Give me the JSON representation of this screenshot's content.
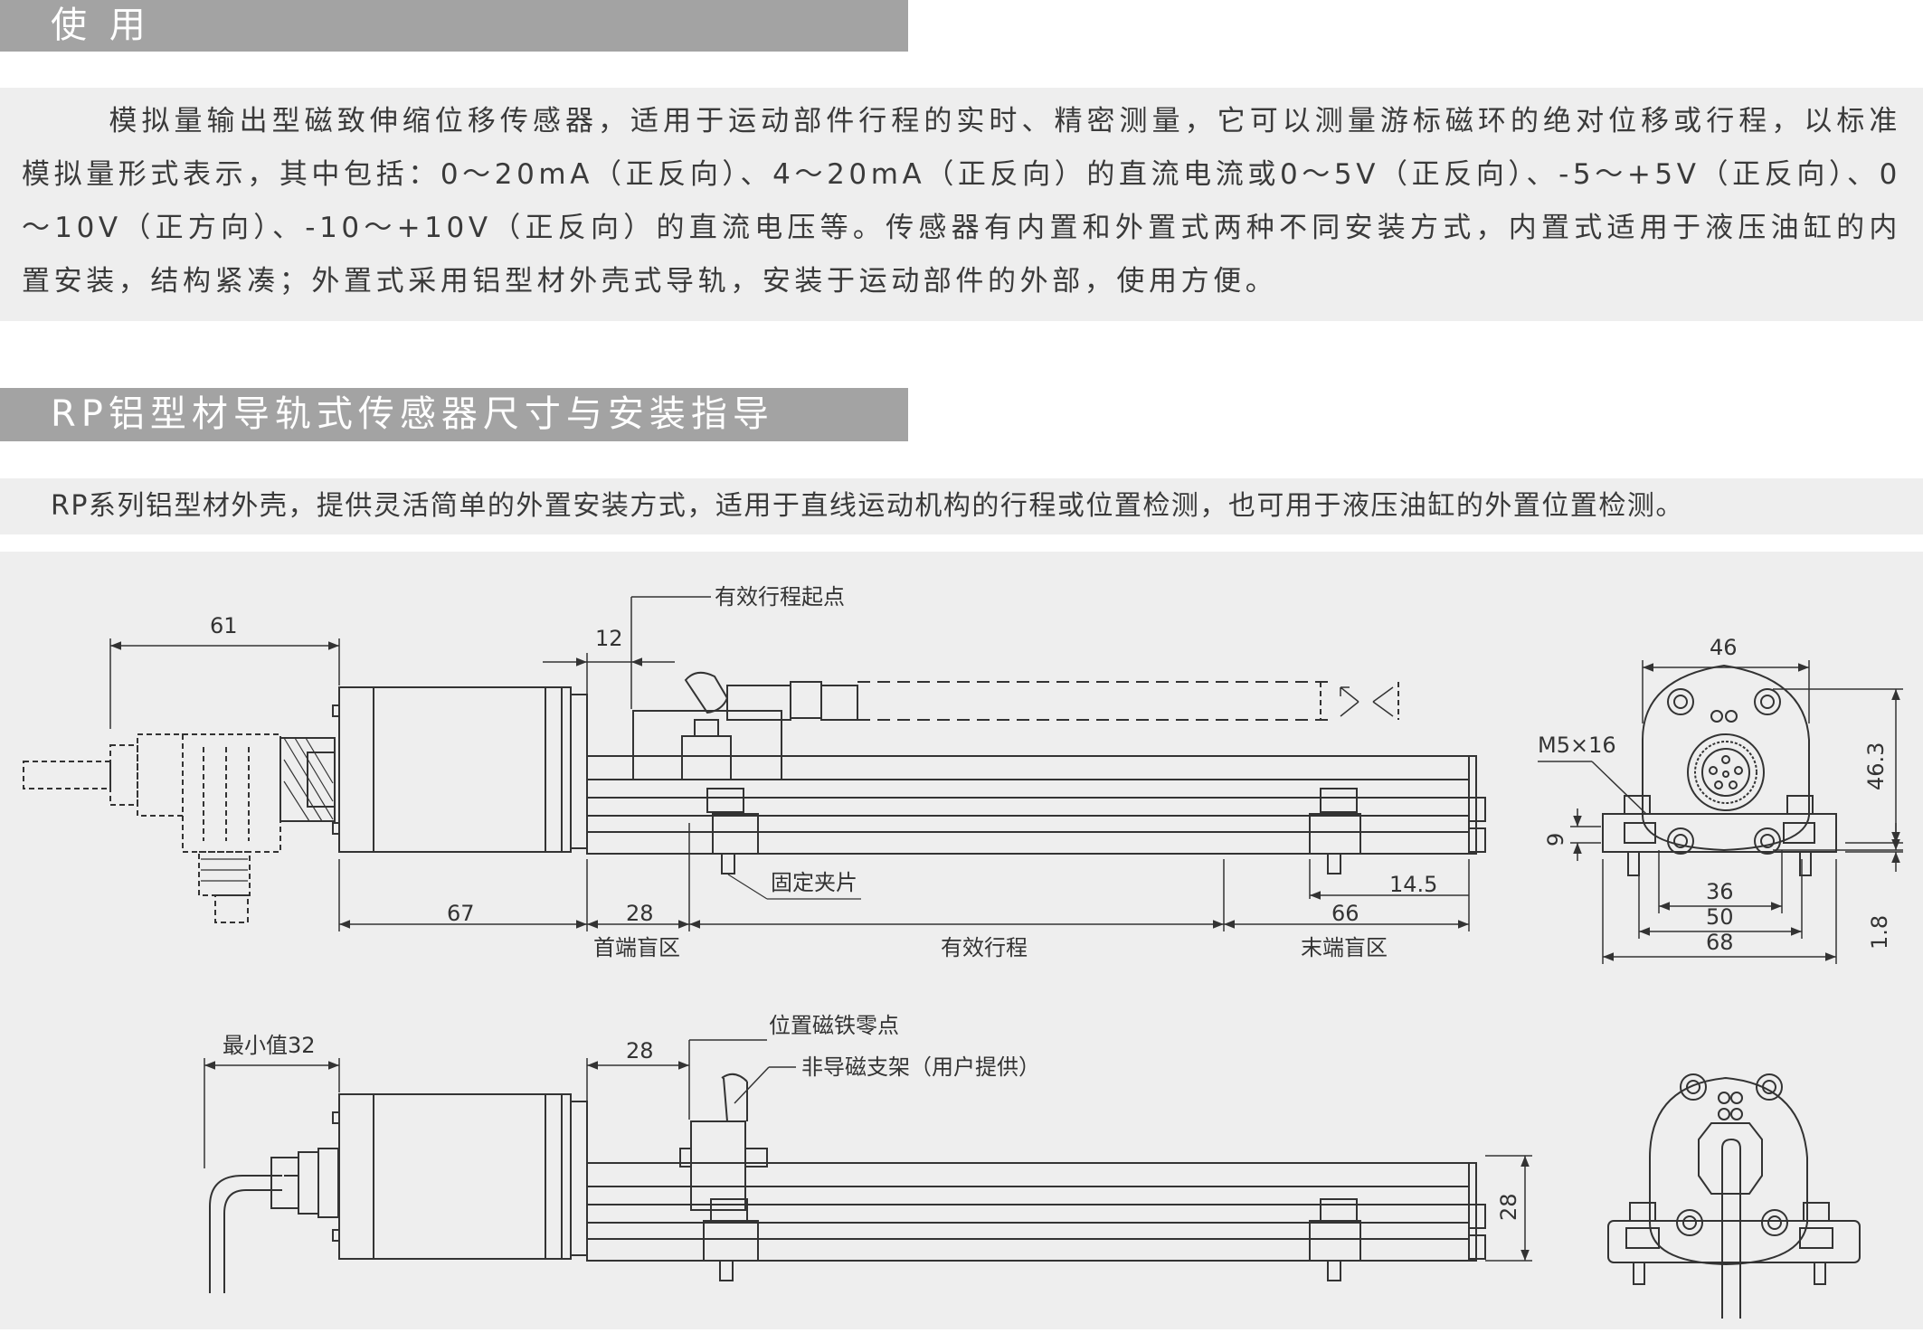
{
  "section1": {
    "title": "使 用",
    "paragraph": "模拟量输出型磁致伸缩位移传感器，适用于运动部件行程的实时、精密测量，它可以测量游标磁环的绝对位移或行程，以标准模拟量形式表示，其中包括：0～20mA（正反向）、4～20mA（正反向）的直流电流或0～5V（正反向）、-5～+5V（正反向）、0～10V（正方向）、-10～+10V（正反向）的直流电压等。传感器有内置和外置式两种不同安装方式，内置式适用于液压油缸的内置安装，结构紧凑；外置式采用铝型材外壳式导轨，安装于运动部件的外部，使用方便。"
  },
  "section2": {
    "title": "RP铝型材导轨式传感器尺寸与安装指导",
    "paragraph": "RP系列铝型材外壳，提供灵活简单的外置安装方式，适用于直线运动机构的行程或位置检测，也可用于液压油缸的外置位置检测。"
  },
  "drawing": {
    "top_view": {
      "dim_61": "61",
      "dim_12": "12",
      "label_stroke_start": "有效行程起点",
      "label_clamp": "固定夹片",
      "dim_67": "67",
      "dim_28": "28",
      "dim_66": "66",
      "dim_14_5": "14.5",
      "label_head_dead_zone": "首端盲区",
      "label_effective_stroke": "有效行程",
      "label_tail_dead_zone": "末端盲区"
    },
    "end_view": {
      "dim_46": "46",
      "dim_46_3": "46.3",
      "label_screw": "M5×16",
      "dim_9": "9",
      "dim_36": "36",
      "dim_50": "50",
      "dim_68": "68",
      "dim_1_8": "1.8"
    },
    "bottom_view": {
      "dim_min_32": "最小值32",
      "dim_28": "28",
      "label_magnet_zero": "位置磁铁零点",
      "label_bracket": "非导磁支架（用户提供）",
      "dim_28_height": "28"
    },
    "colors": {
      "line": "#333333",
      "background": "#eeeeee"
    }
  }
}
